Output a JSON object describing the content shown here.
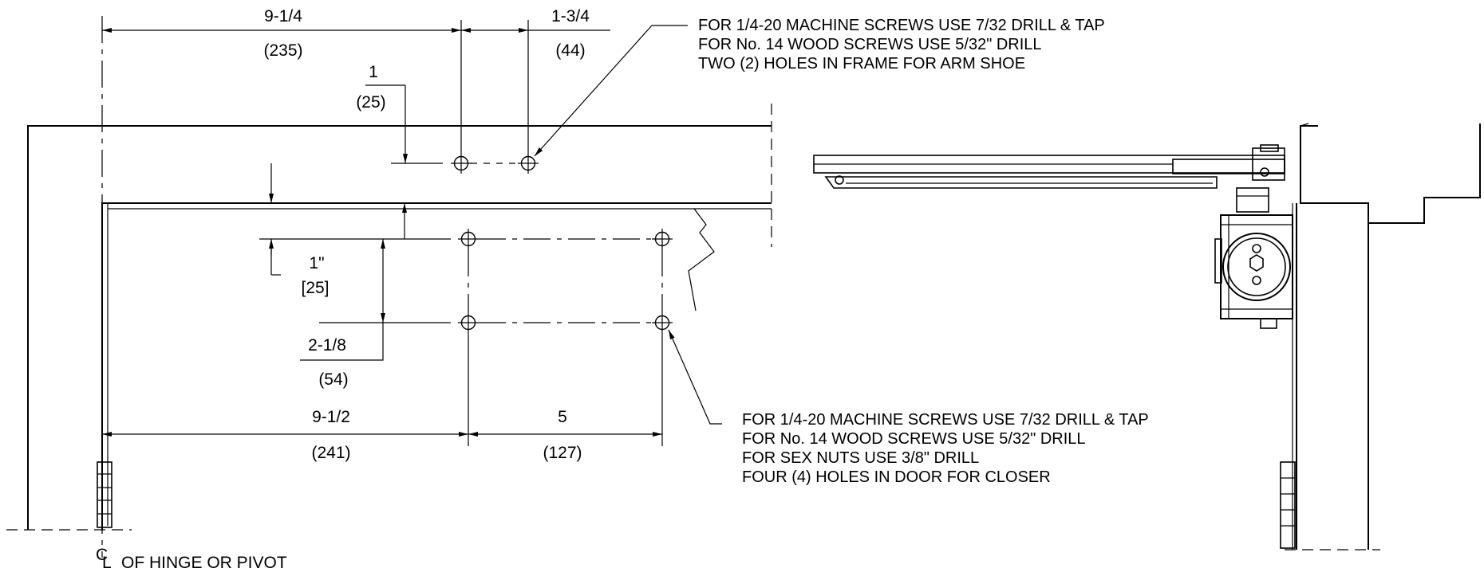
{
  "dimensions": {
    "top_span": "9-1/4",
    "top_span_mm": "(235)",
    "top_hole_spacing": "1-3/4",
    "top_hole_spacing_mm": "(44)",
    "frame_offset": "1",
    "frame_offset_mm": "(25)",
    "door_offset": "1\"",
    "door_offset_mm": "[25]",
    "hole_vertical": "2-1/8",
    "hole_vertical_mm": "(54)",
    "bottom_span": "9-1/2",
    "bottom_span_mm": "(241)",
    "bottom_hole_spacing": "5",
    "bottom_hole_spacing_mm": "(127)"
  },
  "notes": {
    "frame": [
      "FOR 1/4-20 MACHINE SCREWS USE 7/32 DRILL & TAP",
      "FOR No. 14 WOOD SCREWS USE 5/32\" DRILL",
      "TWO (2) HOLES IN FRAME FOR ARM SHOE"
    ],
    "door": [
      "FOR 1/4-20 MACHINE SCREWS USE 7/32 DRILL & TAP",
      "FOR No. 14 WOOD SCREWS USE 5/32\" DRILL",
      "FOR SEX NUTS USE 3/8\" DRILL",
      "FOUR (4) HOLES IN DOOR FOR CLOSER"
    ]
  },
  "centerline": {
    "symbol_c": "C",
    "symbol_l": "L",
    "label": "OF HINGE OR PIVOT"
  }
}
